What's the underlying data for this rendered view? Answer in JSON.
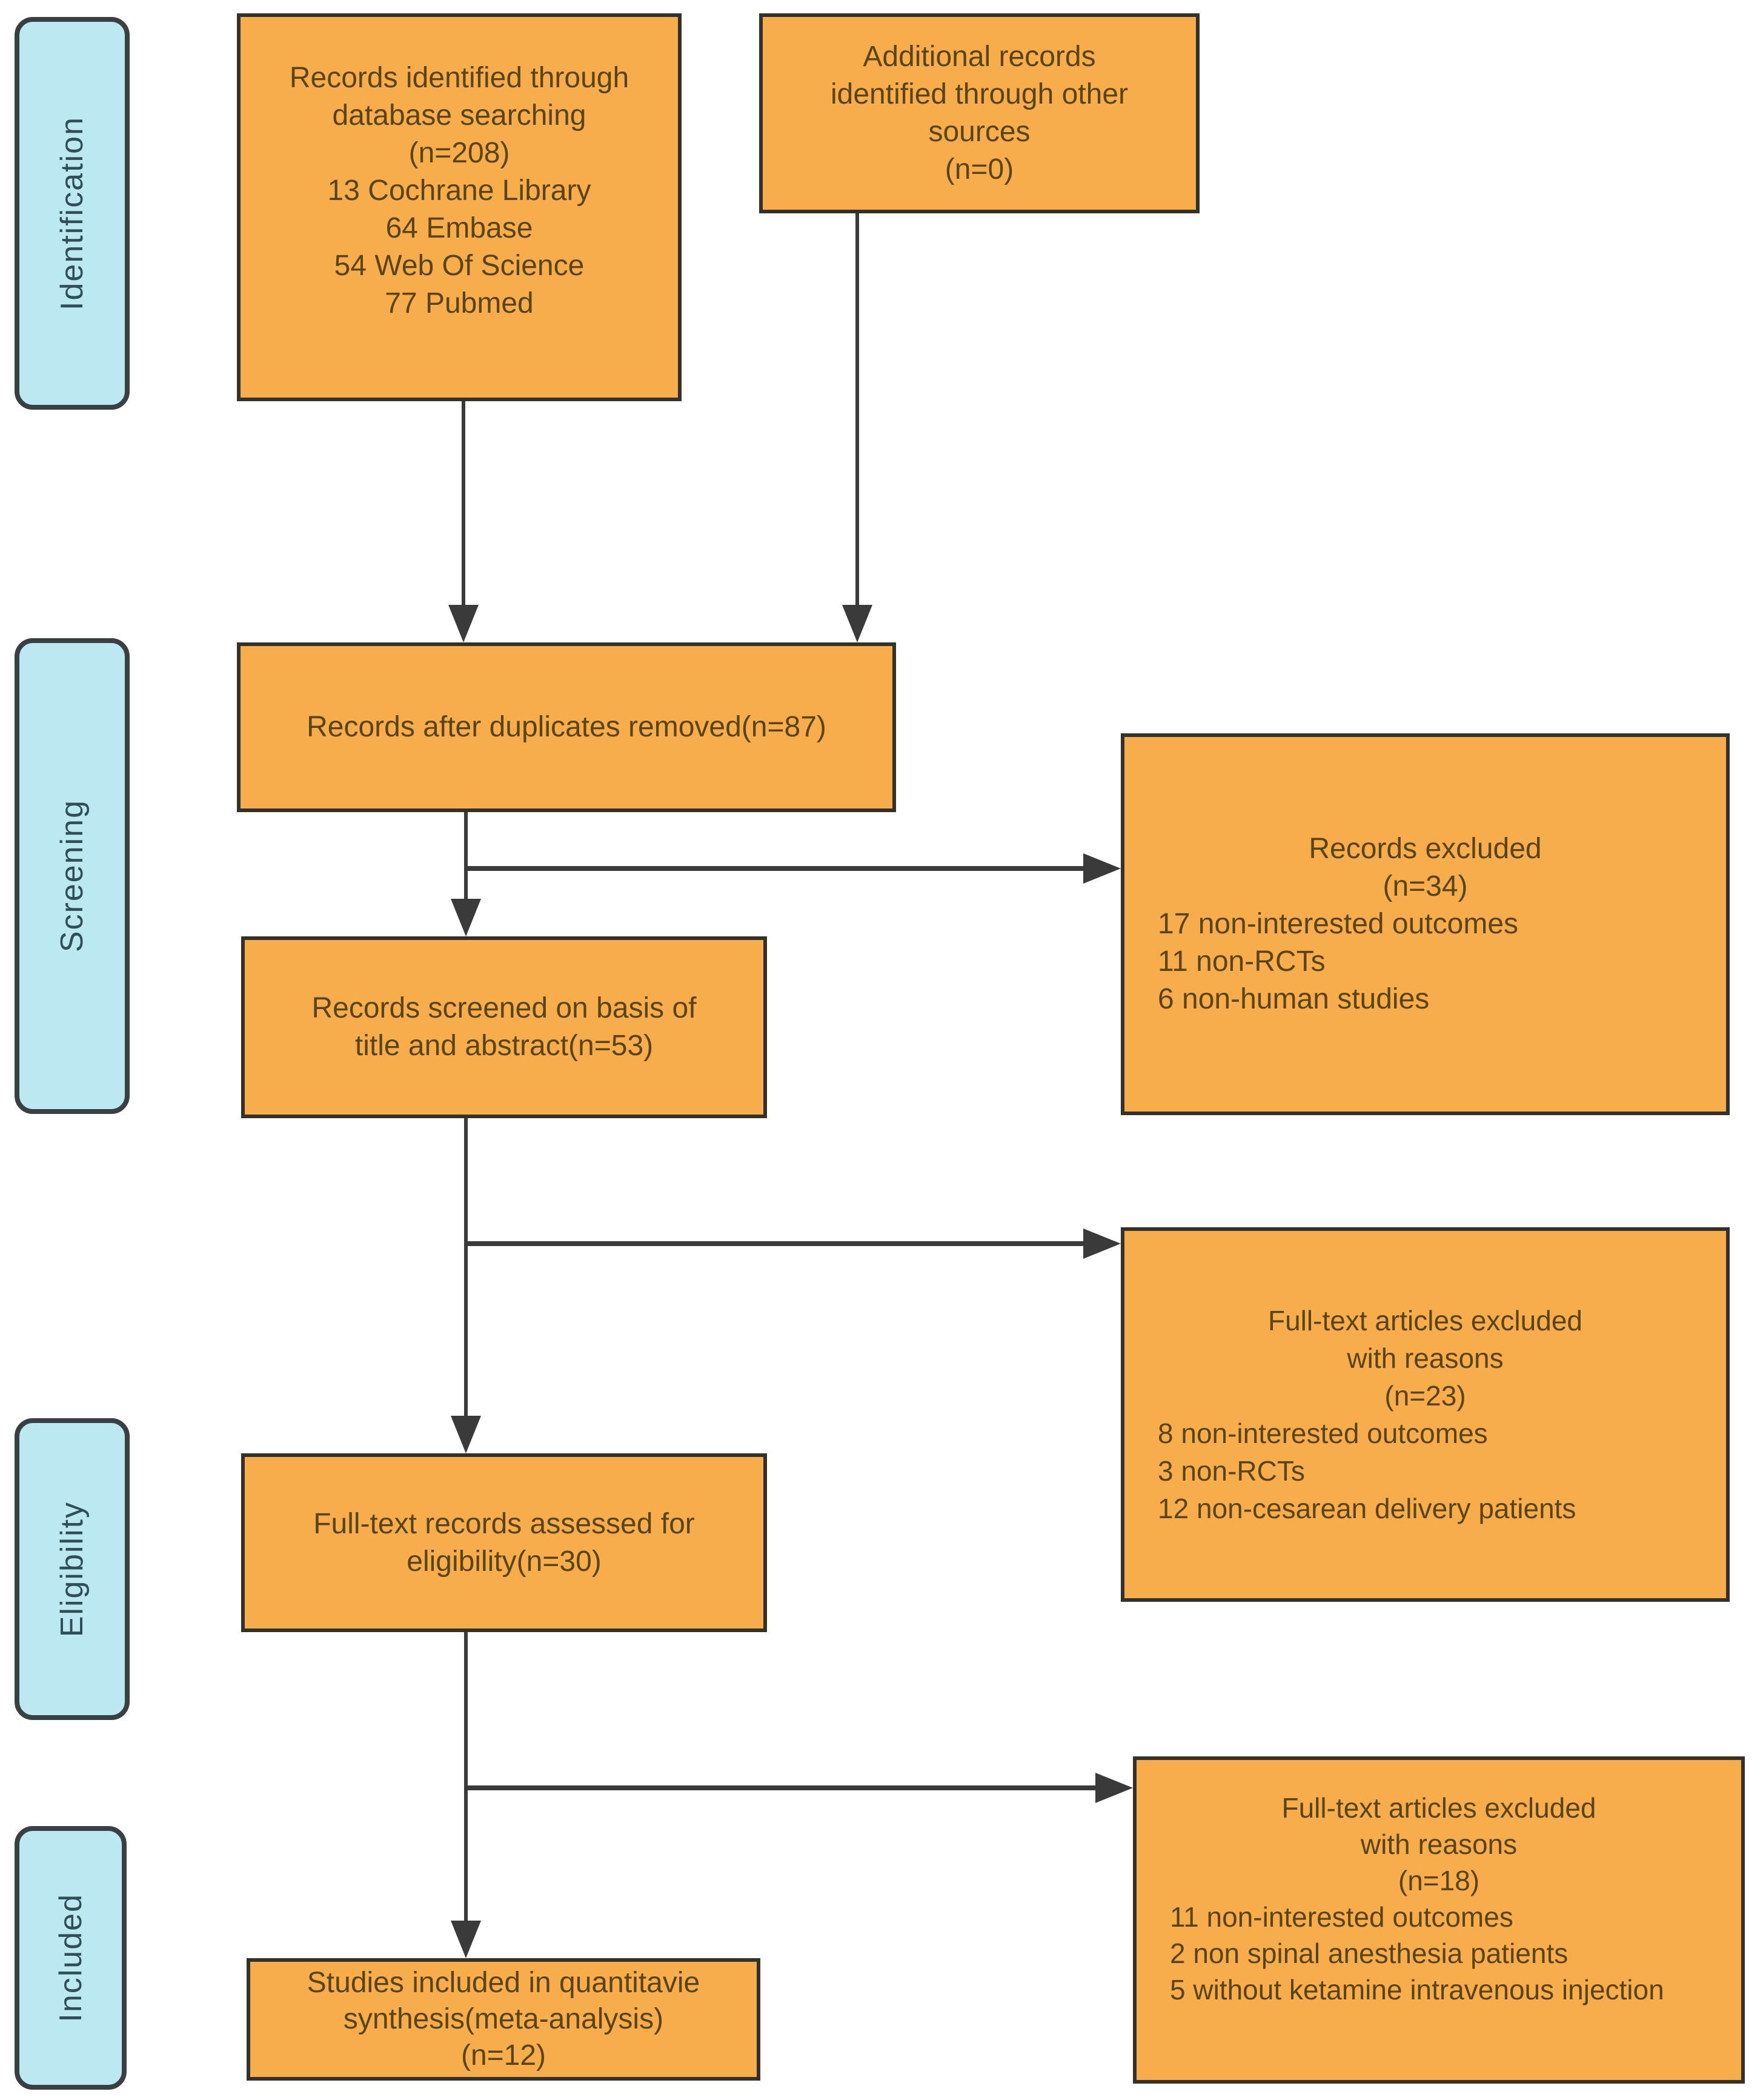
{
  "diagram": {
    "type": "prisma-flow-diagram",
    "stages": [
      "Identification",
      "Screening",
      "Eligibility",
      "Included"
    ],
    "boxes": {
      "db_search": {
        "lines": [
          "Records identified through",
          "database searching",
          "(n=208)",
          "13 Cochrane Library",
          "64 Embase",
          "54 Web Of Science",
          "77 Pubmed"
        ]
      },
      "other_sources": {
        "lines": [
          "Additional records",
          "identified through other",
          "sources",
          "(n=0)"
        ]
      },
      "after_duplicates": {
        "lines": [
          "Records after duplicates removed(n=87)"
        ]
      },
      "screened": {
        "lines": [
          "Records screened on basis of",
          "title and abstract(n=53)"
        ]
      },
      "records_excluded": {
        "centered": [
          "Records excluded",
          "(n=34)"
        ],
        "reasons": [
          "17 non-interested outcomes",
          "11 non-RCTs",
          "6 non-human studies"
        ]
      },
      "fulltext_assessed": {
        "lines": [
          "Full-text records assessed for",
          "eligibility(n=30)"
        ]
      },
      "fulltext_excluded_screening": {
        "centered": [
          "Full-text articles excluded",
          "with reasons",
          "(n=23)"
        ],
        "reasons": [
          "8 non-interested outcomes",
          "3 non-RCTs",
          "12 non-cesarean delivery patients"
        ]
      },
      "fulltext_excluded_eligibility": {
        "centered": [
          "Full-text articles excluded",
          "with reasons",
          "(n=18)"
        ],
        "reasons": [
          "11 non-interested outcomes",
          "2 non spinal anesthesia patients",
          "5 without ketamine intravenous injection"
        ]
      },
      "included_studies": {
        "lines": [
          "Studies included in quantitavie",
          "synthesis(meta-analysis)",
          "(n=12)"
        ]
      }
    },
    "colors": {
      "box_fill": "#F7AD4B",
      "box_border": "#34302A",
      "box_text": "#5A4512",
      "stage_fill": "#BCE8F1",
      "stage_border": "#3A3F42",
      "stage_text": "#2F4E59",
      "arrow": "#3A3A3A",
      "background": "#FFFFFF"
    }
  }
}
